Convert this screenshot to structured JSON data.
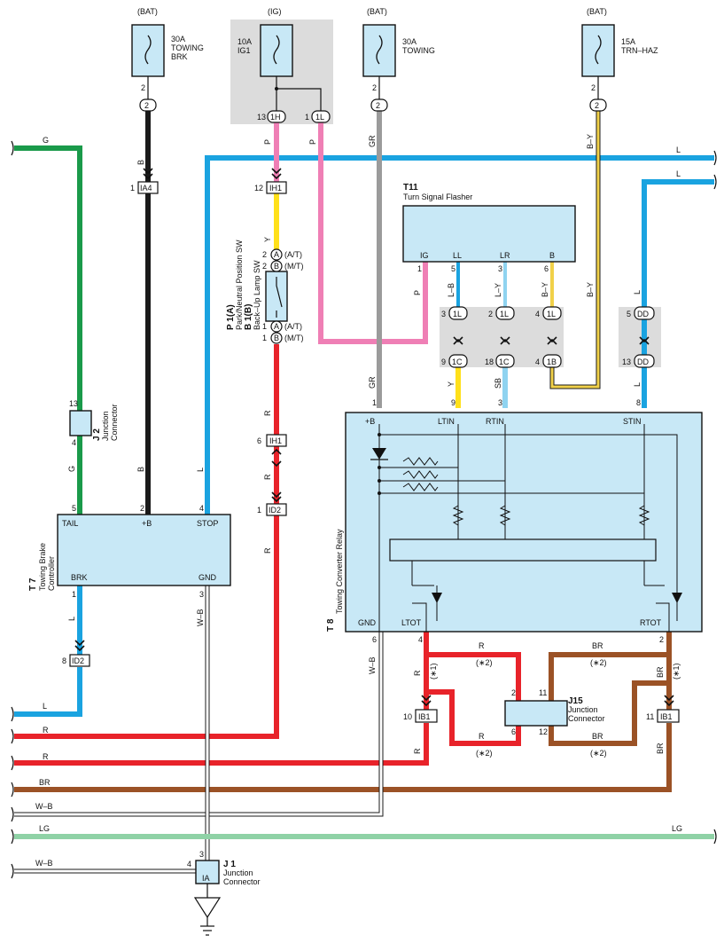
{
  "sources": {
    "bat1": "(BAT)",
    "ig": "(IG)",
    "bat2": "(BAT)",
    "bat3": "(BAT)"
  },
  "fuses": [
    {
      "amp": "30A",
      "name1": "TOWING",
      "name2": "BRK"
    },
    {
      "amp": "10A",
      "name1": "IG1",
      "name2": ""
    },
    {
      "amp": "30A",
      "name1": "TOWING",
      "name2": ""
    },
    {
      "amp": "15A",
      "name1": "TRN–HAZ",
      "name2": ""
    }
  ],
  "components": {
    "t11": {
      "code": "T11",
      "name": "Turn Signal Flasher",
      "pins": [
        "IG",
        "LL",
        "LR",
        "B"
      ]
    },
    "t8": {
      "code": "T 8",
      "name": "Towing Converter Relay",
      "pins": [
        "+B",
        "LTIN",
        "RTIN",
        "STIN",
        "GND",
        "LTOT",
        "RTOT"
      ]
    },
    "t7": {
      "code": "T 7",
      "name1": "Towing Brake",
      "name2": "Controller",
      "pins": [
        "TAIL",
        "+B",
        "STOP",
        "BRK",
        "GND"
      ]
    },
    "p1": {
      "code": "P 1(A)",
      "name1": "Park/Neutral Position SW",
      "code2": "B 1(B)",
      "name2": "Back–Up Lamp SW"
    },
    "j2": {
      "code": "J 2",
      "name1": "Junction",
      "name2": "Connector"
    },
    "j15": {
      "code": "J15",
      "name1": "Junction",
      "name2": "Connector"
    },
    "j1": {
      "code": "J 1",
      "name1": "Junction",
      "name2": "Connector"
    }
  },
  "connectors": {
    "c2": "2",
    "c1h": "1H",
    "c1l": "1L",
    "ia4": "IA4",
    "ih1": "IH1",
    "id2": "ID2",
    "a": "A",
    "b": "B",
    "at": "(A/T)",
    "mt": "(M/T)",
    "c1c": "1C",
    "c1b": "1B",
    "dd": "DD",
    "ib1": "IB1",
    "ia": "IA"
  },
  "notes": {
    "n1": "(∗1)",
    "n2": "(∗2)"
  },
  "wire_colors": {
    "B": "#1a1a1a",
    "G": "#1a9a4a",
    "L": "#1aa3e0",
    "P": "#ef7fb5",
    "Y": "#ffe01a",
    "R": "#e8232a",
    "GR": "#9b9b9b",
    "SB": "#8fd3f0",
    "BR": "#9b5226",
    "LG": "#8fd2a6",
    "W": "#ffffff",
    "B-Y": "#f1d149"
  },
  "wire_labels": {
    "G": "G",
    "B": "B",
    "L": "L",
    "P": "P",
    "Y": "Y",
    "R": "R",
    "GR": "GR",
    "SB": "SB",
    "BR": "BR",
    "LG": "LG",
    "WB": "W–B",
    "LB": "L–B",
    "LY": "L–Y",
    "BY": "B–Y"
  },
  "pin_numbers": {
    "p1": "1",
    "p2": "2",
    "p3": "3",
    "p4": "4",
    "p5": "5",
    "p6": "6",
    "p8": "8",
    "p9": "9",
    "p10": "10",
    "p11": "11",
    "p12": "12",
    "p13": "13",
    "p18": "18"
  }
}
